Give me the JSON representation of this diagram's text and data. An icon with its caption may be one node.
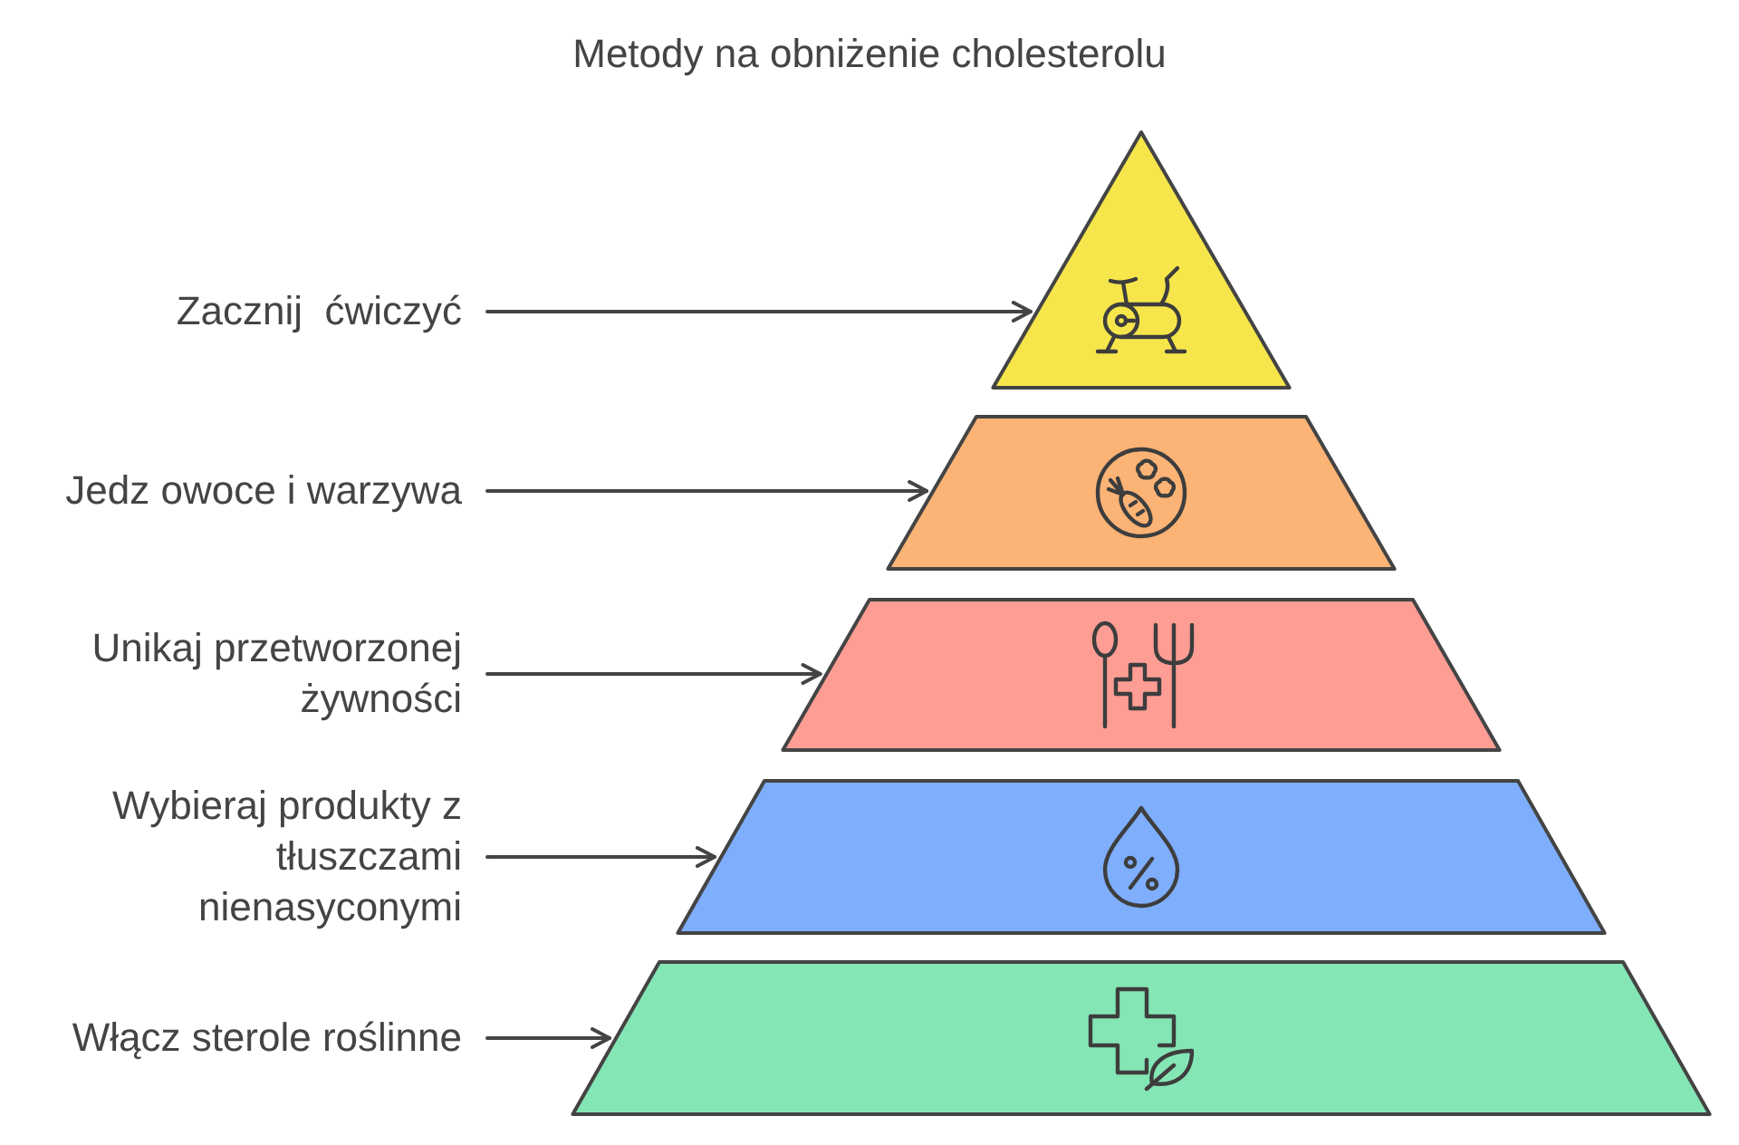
{
  "diagram": {
    "title": "Metody na obniżenie cholesterolu",
    "nodes": [
      {
        "text": [
          "Zacznij  ćwiczyć"
        ]
      },
      {
        "text": [],
        "shape": "triangle"
      },
      {
        "text": [
          "Jedz owoce i warzywa"
        ]
      },
      {
        "text": [],
        "shape": "trapezoid"
      },
      {
        "text": [
          "Unikaj przetworzonej żywności"
        ]
      },
      {
        "text": [],
        "shape": "trapezoid"
      },
      {
        "text": [
          "Wybieraj produkty z tłuszczami nienasyconymi"
        ]
      },
      {
        "text": [],
        "shape": "trapezoid"
      },
      {
        "text": [
          "Włącz sterole roślinne"
        ]
      },
      {
        "text": [],
        "shape": "trapezoid"
      }
    ],
    "edges": [
      {
        "from": 0,
        "to": 1,
        "arrow": "to"
      },
      {
        "from": 2,
        "to": 3,
        "arrow": "to"
      },
      {
        "from": 4,
        "to": 5,
        "arrow": "to"
      },
      {
        "from": 6,
        "to": 7,
        "arrow": "to"
      },
      {
        "from": 8,
        "to": 9,
        "arrow": "to"
      }
    ]
  }
}
